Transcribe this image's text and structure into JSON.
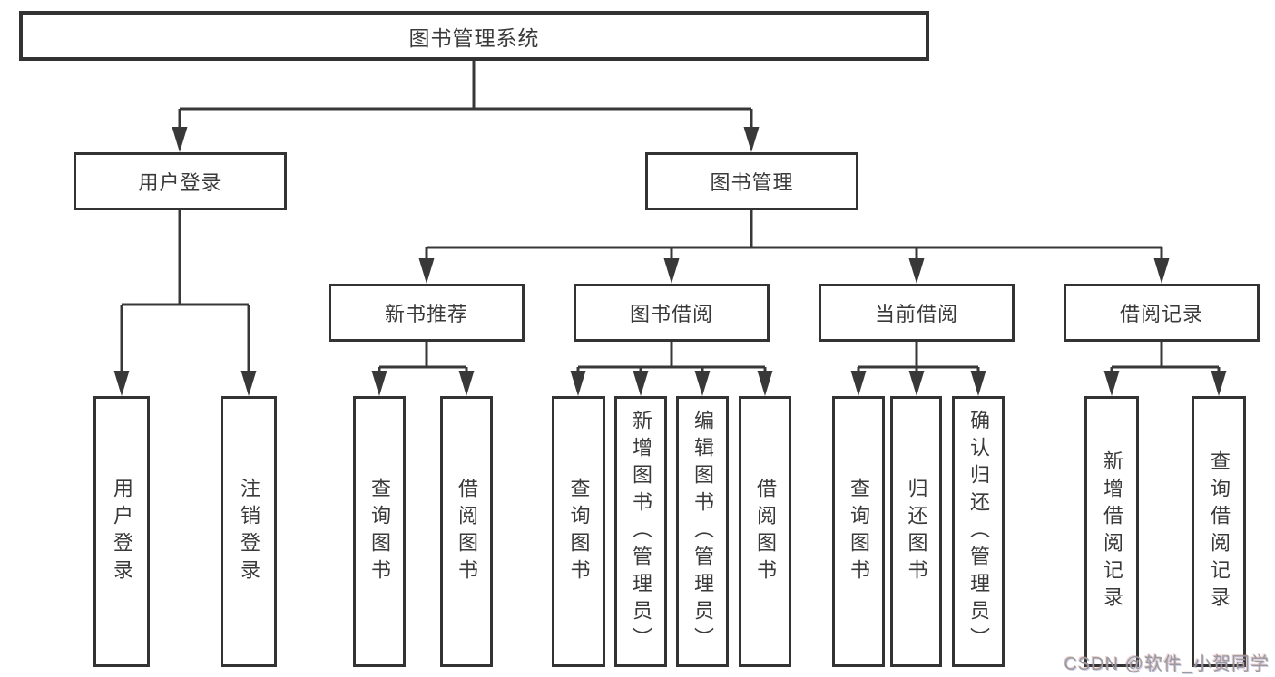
{
  "diagram_title": "图书管理系统",
  "nodes": {
    "root": "图书管理系统",
    "user_login": "用户登录",
    "book_mgmt": "图书管理",
    "new_book_rec": "新书推荐",
    "book_borrow": "图书借阅",
    "current_borrow": "当前借阅",
    "borrow_records": "借阅记录",
    "ul_login": "用户登录",
    "ul_logout": "注销登录",
    "nb_query": "查询图书",
    "nb_borrow": "借阅图书",
    "bb_query": "查询图书",
    "bb_add": "新增图书（管理员）",
    "bb_edit": "编辑图书（管理员）",
    "bb_borrow": "借阅图书",
    "cb_query": "查询图书",
    "cb_return": "归还图书",
    "cb_confirm": "确认归还（管理员）",
    "br_add": "新增借阅记录",
    "br_query": "查询借阅记录"
  },
  "watermark": "CSDN @软件_小贺同学",
  "colors": {
    "line": "#383838",
    "box_border": "#333333",
    "text": "#3a3a3a",
    "background": "#ffffff",
    "watermark": "#9b9b9b"
  }
}
